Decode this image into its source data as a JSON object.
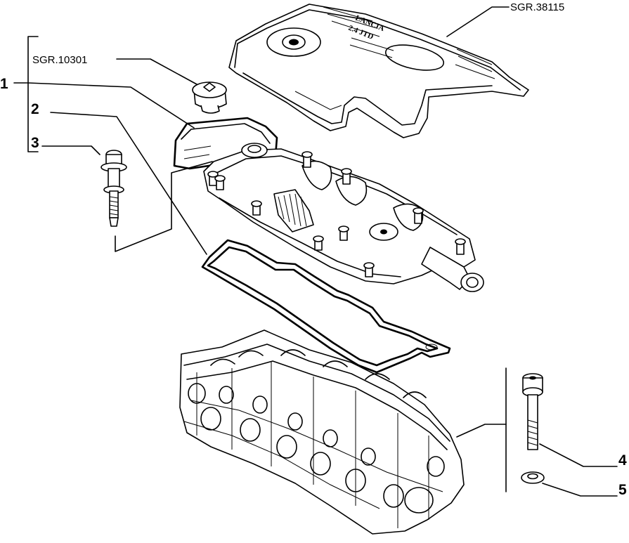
{
  "references": {
    "cover_ref": "SGR.38115",
    "cap_ref": "SGR.10301"
  },
  "callouts": [
    "1",
    "2",
    "3",
    "4",
    "5"
  ],
  "cover_text": {
    "line1": "LANCIA",
    "line2": "2.4 JTD"
  }
}
